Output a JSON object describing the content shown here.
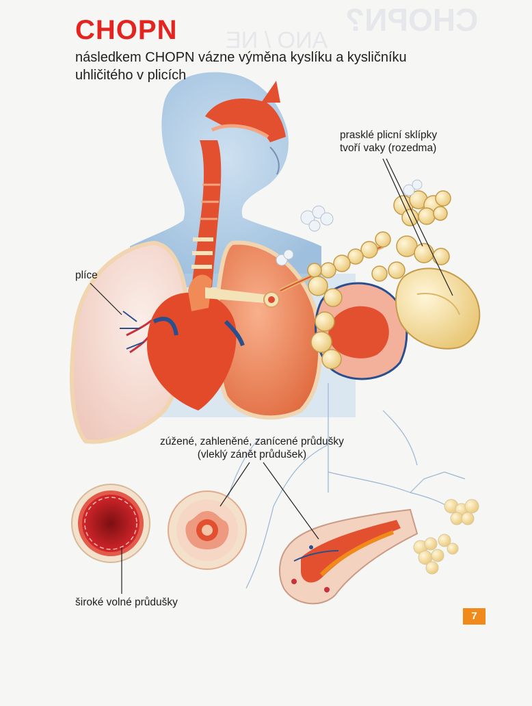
{
  "page": {
    "title": "CHOPN",
    "subtitle": "následkem CHOPN vázne výměna kyslíku a kysličníku uhličitého v plicích",
    "page_number": "7"
  },
  "labels": {
    "emphysema_line1": "prasklé plicní sklípky",
    "emphysema_line2": "tvoří vaky (rozedma)",
    "lungs": "plíce",
    "bronchitis_line1": "zúžené, zahleněné, zanícené průdušky",
    "bronchitis_line2": "(vleklý zánět průdušek)",
    "healthy_bronchi": "široké volné průdušky"
  },
  "colors": {
    "title": "#e3241f",
    "page_badge": "#f08a1b",
    "body_blue": "#a9cbe6",
    "tissue_red": "#e2502f",
    "lung_pink": "#f3ddd6",
    "alveoli_yellow": "#f3dfa2"
  }
}
